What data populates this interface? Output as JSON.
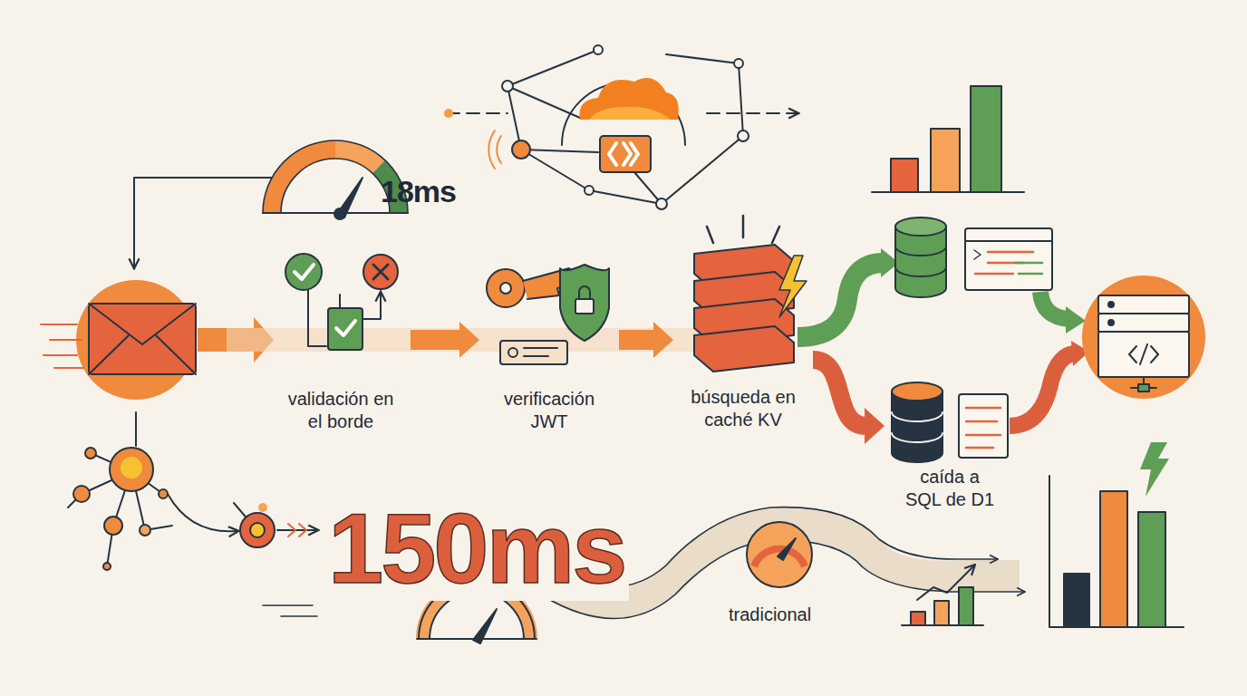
{
  "diagram": {
    "nodes": [
      {
        "text": [
          "validación en el borde"
        ]
      },
      {
        "text": [
          "verificación JWT"
        ]
      },
      {
        "text": [
          "búsqueda en caché KV"
        ]
      },
      {
        "text": [
          "caída a SQL de D1"
        ]
      }
    ],
    "edges": [
      {
        "from": 0,
        "to": 1,
        "arrow": "to"
      },
      {
        "from": 1,
        "to": 2,
        "arrow": "to"
      },
      {
        "from": 2,
        "to": 3,
        "arrow": "to"
      }
    ],
    "labels": [
      "18ms",
      "150ms",
      "tradicional"
    ]
  }
}
